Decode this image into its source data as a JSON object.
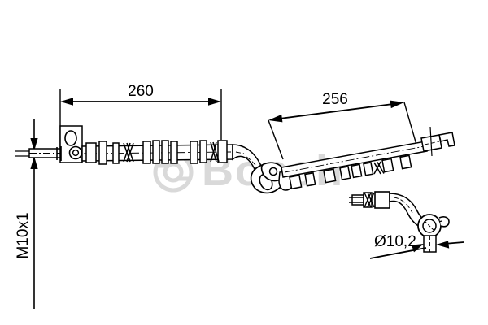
{
  "drawing": {
    "title": "Bosch brake hose technical drawing",
    "background_color": "#ffffff",
    "line_color": "#000000",
    "watermark": {
      "text": "Bosch",
      "color": "#d9d9d9",
      "symbol_name": "bosch-armature-symbol"
    }
  },
  "dimensions": {
    "length_main": "260",
    "length_secondary": "256",
    "thread": "M10x1",
    "diameter": "Ø10,2"
  },
  "parts": {
    "left_bracket": "mounting-bracket-plate",
    "mid_bracket": "mid-mount-bracket",
    "right_fitting": "hook-end-fitting",
    "detail_view": "banjo-fitting-detail"
  },
  "chart_data": {
    "type": "table",
    "title": "Bosch brake hose technical drawing",
    "categories": [
      "length_main",
      "length_secondary",
      "thread",
      "diameter"
    ],
    "values": [
      "260",
      "256",
      "M10x1",
      "Ø10,2"
    ]
  }
}
